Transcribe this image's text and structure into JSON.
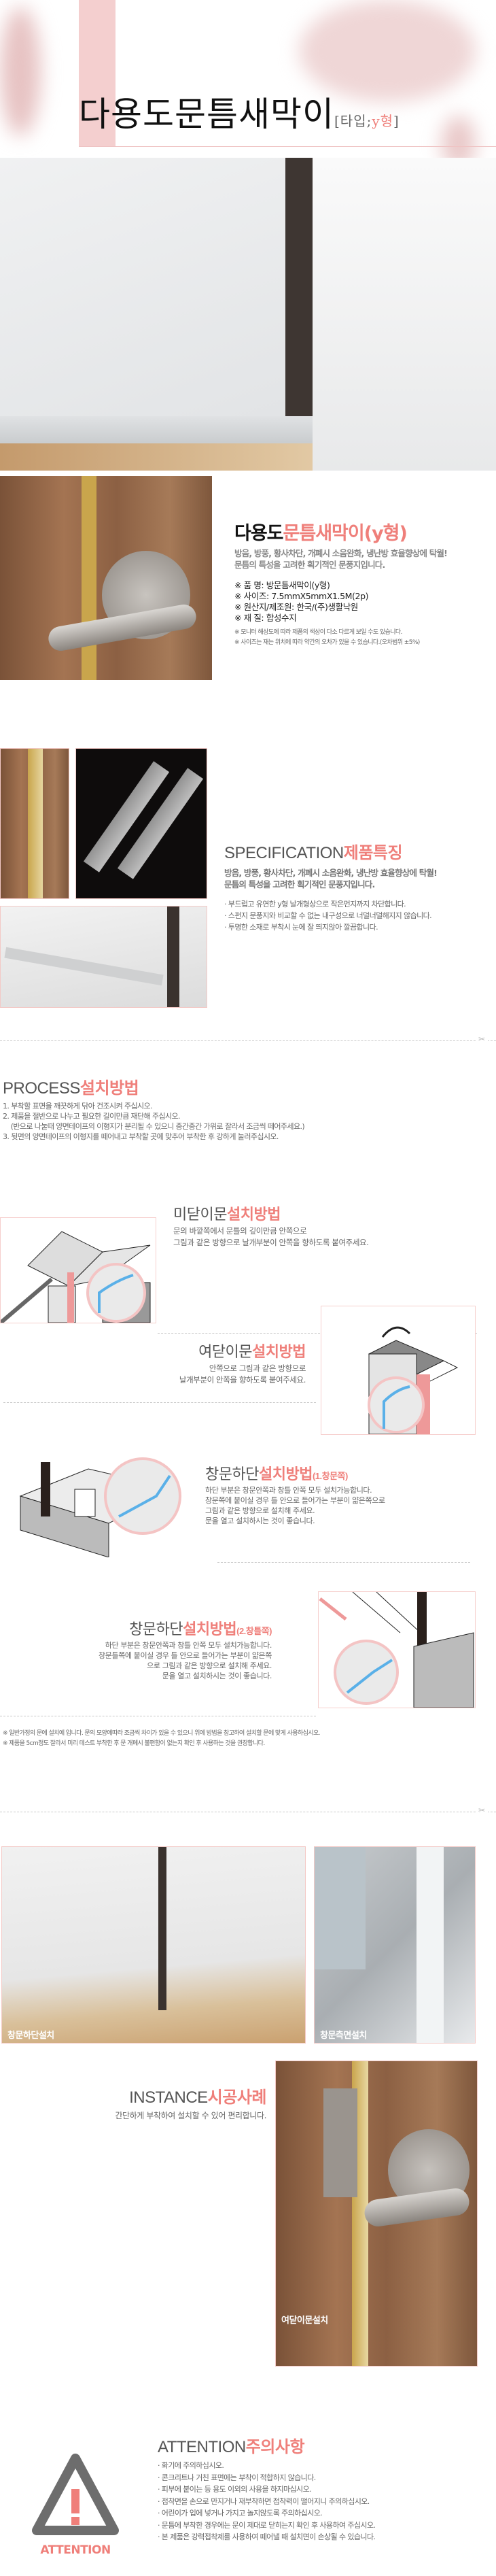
{
  "header": {
    "title": "다용도문틈새막이",
    "type_prefix": "[타입;",
    "type_value": "y형",
    "type_suffix": "]"
  },
  "product": {
    "title_black": "다용도",
    "title_pink": "문틈새막이(y형)",
    "intro": [
      "방음, 방풍, 황사차단, 개폐시 소음완화, 냉난방 효율향상에 탁월!",
      "문틈의 특성을 고려한 획기적인 문풍지입니다."
    ],
    "specs": [
      "※ 품  명: 방문틈새막이(y형)",
      "※ 사이즈: 7.5mmX5mmX1.5M(2p)",
      "※ 원산지/제조원: 한국/(주)생활낙원",
      "※ 재 질: 합성수지"
    ],
    "notes": [
      "※ 모니터 해상도에 따라 제품의 색상이 다소 다르게 보일 수도 있습니다.",
      "※ 사이즈는 재는 위치에 따라 약간의 오차가 있을 수 있습니다.(오차범위 ±5%)"
    ]
  },
  "specification": {
    "title_en": "SPECIFICATION",
    "title_ko": "제품특징",
    "intro": [
      "방음, 방풍, 황사차단, 개폐시 소음완화, 냉난방 효율향상에 탁월!",
      "문틈의 특성을 고려한 획기적인 문풍지입니다."
    ],
    "bullets": [
      "· 부드럽고 유연한 y형 날개형상으로 작은먼지까지 차단합니다.",
      "· 스펀지 문풍지와 비교할 수 없는 내구성으로 너덜너덜해지지 않습니다.",
      "· 투명한 소재로 부착시 눈에 잘 띄지않아 깔끔합니다."
    ]
  },
  "process": {
    "title_en": "PROCESS",
    "title_ko": "설치방법",
    "steps": [
      "1. 부착할 표면을 깨끗하게 닦아 건조시켜 주십시오.",
      "2. 제품을 절반으로 나누고 필요한 길이만큼 재단해 주십시오.",
      "    (반으로 나눌때 양면테이프의 이형지가 분리될 수 있으니 중간중간 가위로 잘라서 조금씩 떼어주세요.)",
      "3. 뒷면의 양면테이프의 이형지를 떼어내고 부착할 곳에 맞추어 부착한 후 강하게 눌러주십시오."
    ],
    "methods": [
      {
        "title_a": "미닫이문",
        "title_b": "설치방법",
        "title_c": "",
        "lines": [
          "문의 바깥쪽에서 문틀의 깊이만큼 안쪽으로",
          "그림과 같은 방향으로 날개부분이 안쪽을 향하도록 붙여주세요."
        ]
      },
      {
        "title_a": "여닫이문",
        "title_b": "설치방법",
        "title_c": "",
        "lines": [
          "안쪽으로 그림과 같은 방향으로",
          "날개부분이 안쪽을 향하도록 붙여주세요."
        ]
      },
      {
        "title_a": "창문하단",
        "title_b": "설치방법",
        "title_c": "(1.창문쪽)",
        "lines": [
          "하단 부분은 창문안쪽과 창틀 안쪽 모두 설치가능합니다.",
          "창문쪽에 붙이실 경우 틀 안으로 들어가는 부분이 얇은쪽으로",
          "그림과 같은 방향으로 설치해 주세요.",
          "문을 열고 설치하시는 것이 좋습니다."
        ]
      },
      {
        "title_a": "창문하단",
        "title_b": "설치방법",
        "title_c": "(2.창틀쪽)",
        "lines": [
          "하단 부분은 창문안쪽과 창틀 안쪽 모두 설치가능합니다.",
          "창문틀쪽에 붙이실 경우 틀 안으로 들어가는 부분이 얇은쪽",
          "으로 그림과 같은 방향으로 설치해 주세요.",
          "문을 열고 설치하시는 것이 좋습니다."
        ]
      }
    ],
    "notes": [
      "※ 일반가정의 문에 설치예 입니다. 문의 모양에따라 조금씩 차이가 있을 수 있으니 위에 방법을 참고하여 설치할 문에 맞게 사용하십시오.",
      "※ 제품을 5cm정도 잘라서 미리 테스트 부착한 후 문 개폐시 불편함이 없는지 확인 후 사용하는 것을 권장합니다."
    ]
  },
  "photos": {
    "captions": [
      "창문하단설치",
      "창문측면설치"
    ]
  },
  "instance": {
    "title_en": "INSTANCE",
    "title_ko": "시공사례",
    "desc": "간단하게 부착하여 설치할 수 있어 편리합니다.",
    "caption": "여닫이문설치"
  },
  "attention": {
    "title_en": "ATTENTION",
    "title_ko": "주의사항",
    "icon_label": "ATTENTION",
    "items": [
      "· 화기에 주의하십시오.",
      "· 콘크리트나 거친 표면에는 부착이 적합하지 않습니다.",
      "· 피부에 붙이는 등 용도 이외의 사용을 하지마십시오.",
      "· 접착면을 손으로 만지거나 재부착하면 접착력이 떨어지니 주의하십시오.",
      "· 어린이가 입에 넣거나 가지고 놀지않도록 주의하십시오.",
      "· 문틈에 부착한 경우에는 문이 제대로 닫히는지 확인 후 사용하여 주십시오.",
      "· 본 제품은 강력접착제를 사용하여 떼어낼 때 설치면이 손상될 수 있습니다."
    ]
  },
  "colors": {
    "accent": "#ef7f7a",
    "text": "#555555",
    "border": "#f3c9c6"
  }
}
